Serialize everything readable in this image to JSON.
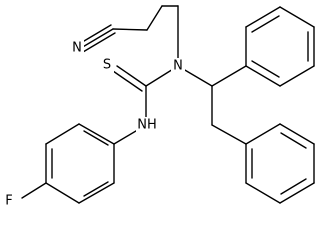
{
  "molecule": {
    "atoms": {
      "N_nitrile": "N",
      "N_amine": "N",
      "S": "S",
      "NH": "NH",
      "F": "F"
    }
  },
  "colors": {
    "bond": "#000000",
    "background": "#ffffff"
  }
}
